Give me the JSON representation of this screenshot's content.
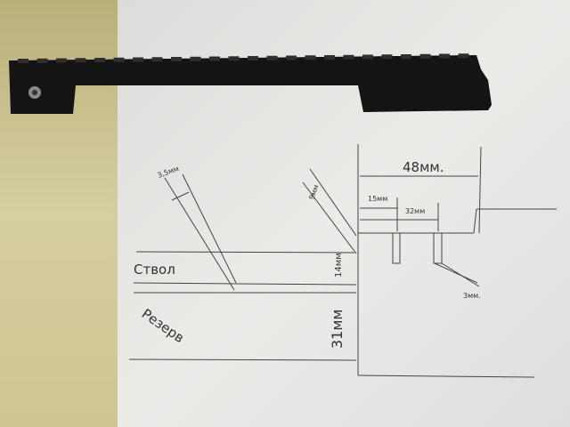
{
  "photo": {
    "subject": "rail",
    "labels": {
      "width_total": "48мм.",
      "offset_1": "15мм",
      "offset_2": "32мм",
      "slot": "3мм.",
      "bevel": "9мм",
      "angle_gap": "3,5мм",
      "barrel_height": "14мм",
      "reserve_height": "31мм",
      "barrel": "Ствол",
      "reserve": "Резерв"
    },
    "colors": {
      "wall": "#cfc79a",
      "paper": "#e6e6e2",
      "rail": "#141414",
      "ink": "#333333"
    }
  }
}
